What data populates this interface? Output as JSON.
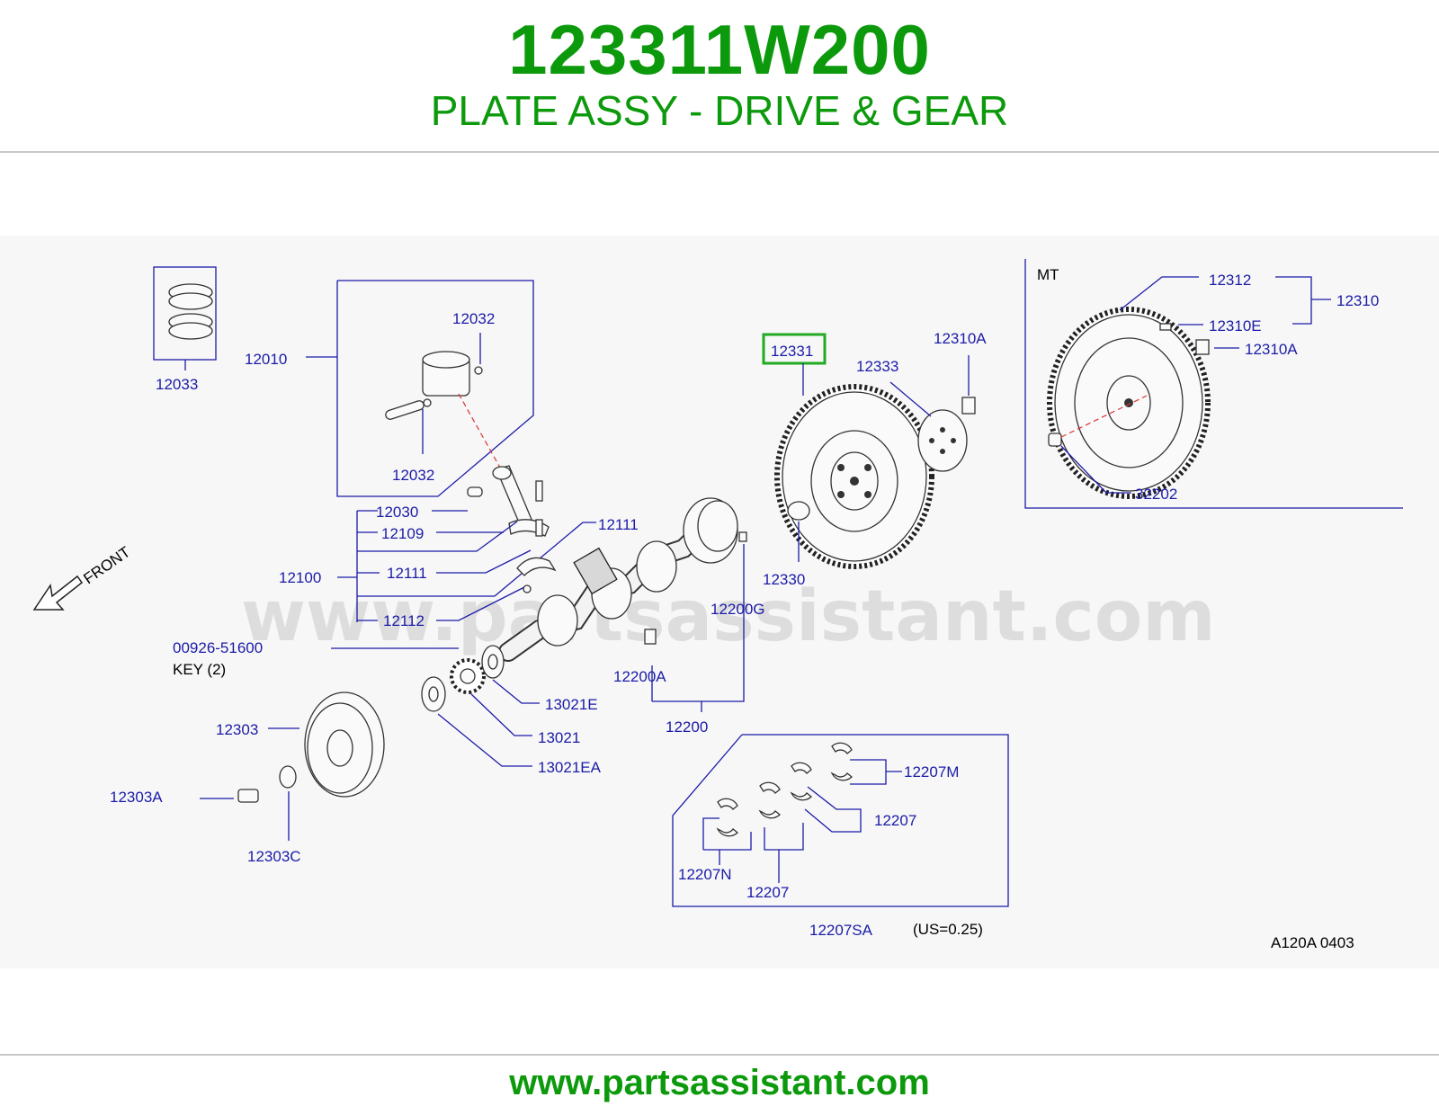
{
  "header": {
    "part_number": "123311W200",
    "part_description": "PLATE ASSY - DRIVE & GEAR"
  },
  "diagram": {
    "watermark": "www.partsassistant.com",
    "front_label": "FRONT",
    "mt_label": "MT",
    "key_label": "KEY   (2)",
    "us_label": "(US=0.25)",
    "diagram_code": "A120A   0403",
    "highlighted_part": "12331",
    "labels": {
      "p12033": "12033",
      "p12010": "12010",
      "p12032a": "12032",
      "p12032b": "12032",
      "p12030": "12030",
      "p12109": "12109",
      "p12100": "12100",
      "p12111a": "12111",
      "p12111b": "12111",
      "p12112": "12112",
      "p00926": "00926-51600",
      "p12303": "12303",
      "p12303A": "12303A",
      "p12303C": "12303C",
      "p13021E": "13021E",
      "p13021": "13021",
      "p13021EA": "13021EA",
      "p12200G": "12200G",
      "p12200A": "12200A",
      "p12200": "12200",
      "p12331": "12331",
      "p12333": "12333",
      "p12310A_mid": "12310A",
      "p12330": "12330",
      "p12312": "12312",
      "p12310": "12310",
      "p12310E": "12310E",
      "p12310A_right": "12310A",
      "p32202": "32202",
      "p12207M": "12207M",
      "p12207a": "12207",
      "p12207N": "12207N",
      "p12207b": "12207",
      "p12207SA": "12207SA"
    }
  },
  "footer": {
    "url": "www.partsassistant.com"
  },
  "colors": {
    "brand_green": "#0c9a0c",
    "label_blue": "#1b1ba8",
    "highlight_green": "#22aa22"
  }
}
